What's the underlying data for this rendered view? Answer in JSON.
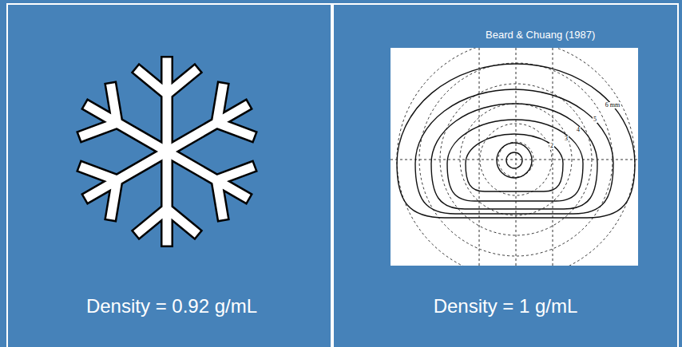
{
  "diagram": {
    "nodes": [
      {
        "text": [
          "Density = 0.92 g/mL"
        ]
      },
      {
        "text": [
          "Beard & Chuang (1987)",
          "Density = 1 g/mL"
        ]
      }
    ],
    "labels": [
      "6 mm",
      "5",
      "4",
      "3",
      "2"
    ]
  }
}
